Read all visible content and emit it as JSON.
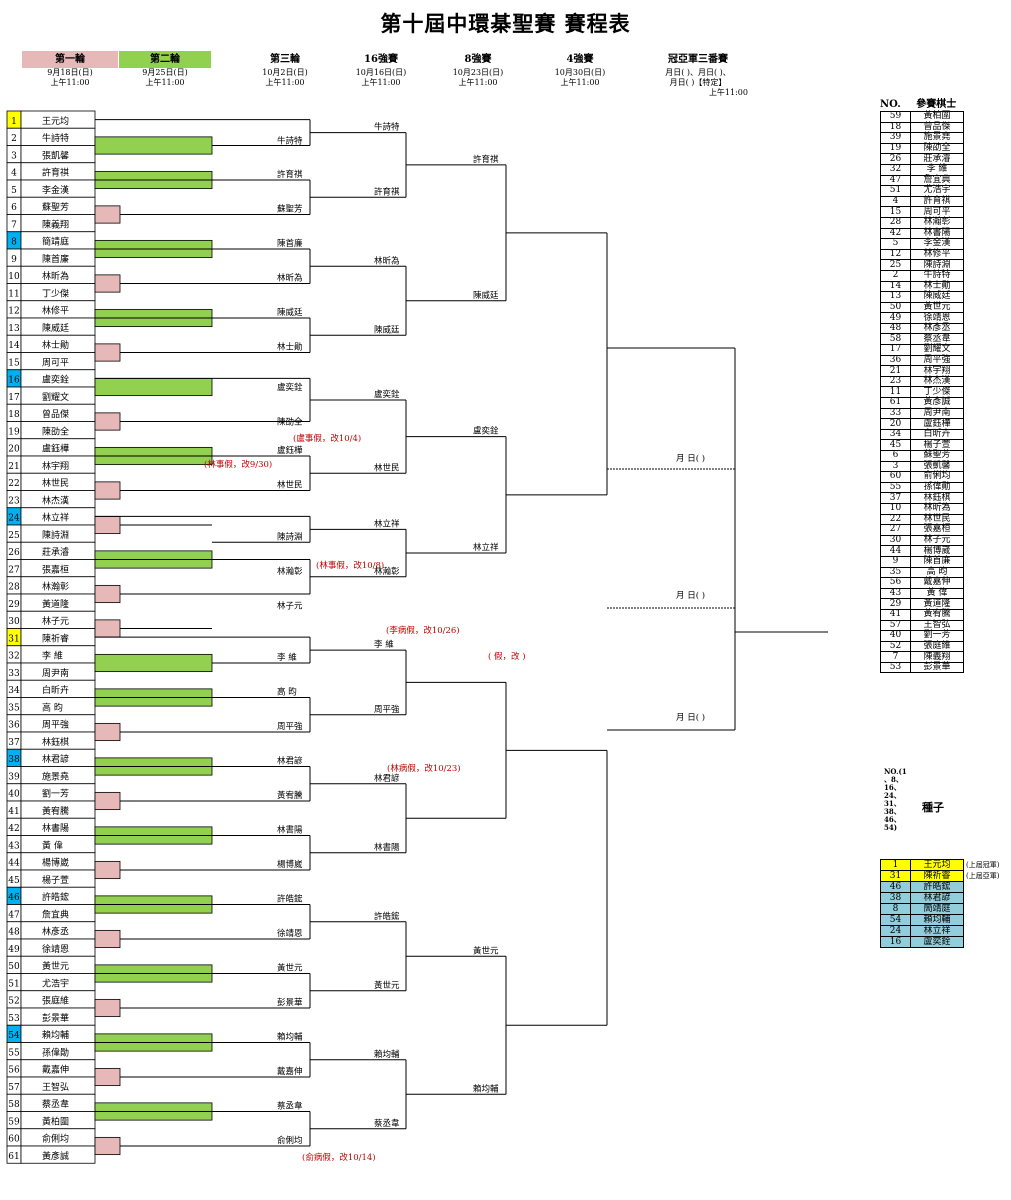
{
  "title": "第十屆中環棊聖賽  賽程表",
  "colors": {
    "round1": "#e6b8b8",
    "round2": "#92d050",
    "seed_top": "#ffff00",
    "seed_blue": "#00b0f0",
    "seed_table": "#92cddc",
    "note": "#c00000"
  },
  "rounds": [
    {
      "name": "第一輪",
      "date": "9月18日(日)",
      "time": "上午11:00"
    },
    {
      "name": "第二輪",
      "date": "9月25日(日)",
      "time": "上午11:00"
    },
    {
      "name": "第三輪",
      "date": "10月2日(日)",
      "time": "上午11:00"
    },
    {
      "name": "16強賽",
      "date": "10月16日(日)",
      "time": "上午11:00"
    },
    {
      "name": "8強賽",
      "date": "10月23日(日)",
      "time": "上午11:00"
    },
    {
      "name": "4強賽",
      "date": "10月30日(日)",
      "time": "上午11:00"
    },
    {
      "name": "冠亞軍三番賽",
      "date": "月日( )、月日( )、",
      "time": "月日( )【特定】",
      "time2": "上午11:00"
    }
  ],
  "entrants": [
    {
      "no": "1",
      "name": "王元均"
    },
    {
      "no": "2",
      "name": "牛詩特"
    },
    {
      "no": "3",
      "name": "張凱馨"
    },
    {
      "no": "4",
      "name": "許育祺"
    },
    {
      "no": "5",
      "name": "李金漢"
    },
    {
      "no": "6",
      "name": "蘇聖芳"
    },
    {
      "no": "7",
      "name": "陳義翔"
    },
    {
      "no": "8",
      "name": "簡靖庭"
    },
    {
      "no": "9",
      "name": "陳首廉"
    },
    {
      "no": "10",
      "name": "林昕為"
    },
    {
      "no": "11",
      "name": "丁少傑"
    },
    {
      "no": "12",
      "name": "林修平"
    },
    {
      "no": "13",
      "name": "陳威廷"
    },
    {
      "no": "14",
      "name": "林士勛"
    },
    {
      "no": "15",
      "name": "周可平"
    },
    {
      "no": "16",
      "name": "盧奕銓"
    },
    {
      "no": "17",
      "name": "劉耀文"
    },
    {
      "no": "18",
      "name": "曾品傑"
    },
    {
      "no": "19",
      "name": "陳劭全"
    },
    {
      "no": "20",
      "name": "盧鈺樺"
    },
    {
      "no": "21",
      "name": "林宇翔"
    },
    {
      "no": "22",
      "name": "林世民"
    },
    {
      "no": "23",
      "name": "林杰漢"
    },
    {
      "no": "24",
      "name": "林立祥"
    },
    {
      "no": "25",
      "name": "陳詩淵"
    },
    {
      "no": "26",
      "name": "莊承濬"
    },
    {
      "no": "27",
      "name": "張嘉桓"
    },
    {
      "no": "28",
      "name": "林瀚彰"
    },
    {
      "no": "29",
      "name": "黃道隆"
    },
    {
      "no": "30",
      "name": "林子元"
    },
    {
      "no": "31",
      "name": "陳祈睿"
    },
    {
      "no": "32",
      "name": "李    維"
    },
    {
      "no": "33",
      "name": "周尹南"
    },
    {
      "no": "34",
      "name": "白昕卉"
    },
    {
      "no": "35",
      "name": "高    昀"
    },
    {
      "no": "36",
      "name": "周平強"
    },
    {
      "no": "37",
      "name": "林鈺棋"
    },
    {
      "no": "38",
      "name": "林君諺"
    },
    {
      "no": "39",
      "name": "施景堯"
    },
    {
      "no": "40",
      "name": "劉一芳"
    },
    {
      "no": "41",
      "name": "黃宥騰"
    },
    {
      "no": "42",
      "name": "林書陽"
    },
    {
      "no": "43",
      "name": "黃    偉"
    },
    {
      "no": "44",
      "name": "楊博崴"
    },
    {
      "no": "45",
      "name": "楊子萱"
    },
    {
      "no": "46",
      "name": "許皓鋐"
    },
    {
      "no": "47",
      "name": "詹宜典"
    },
    {
      "no": "48",
      "name": "林彥丞"
    },
    {
      "no": "49",
      "name": "徐靖恩"
    },
    {
      "no": "50",
      "name": "黃世元"
    },
    {
      "no": "51",
      "name": "尤浩宇"
    },
    {
      "no": "52",
      "name": "張庭維"
    },
    {
      "no": "53",
      "name": "彭景華"
    },
    {
      "no": "54",
      "name": "賴均輔"
    },
    {
      "no": "55",
      "name": "孫偉勛"
    },
    {
      "no": "56",
      "name": "戴嘉伸"
    },
    {
      "no": "57",
      "name": "王智弘"
    },
    {
      "no": "58",
      "name": "蔡丞韋"
    },
    {
      "no": "59",
      "name": "黃柏圍"
    },
    {
      "no": "60",
      "name": "俞俐均"
    },
    {
      "no": "61",
      "name": "黃彥誠"
    }
  ],
  "round3_results": [
    "牛詩特",
    "許育祺",
    "蘇聖芳",
    "陳首廉",
    "林昕為",
    "陳威廷",
    "林士勛",
    "盧奕銓",
    "陳劭全",
    "盧鈺樺",
    "林世民",
    "陳詩淵",
    "林瀚彰",
    "林子元",
    "李    維",
    "高    昀",
    "周平強",
    "林君諺",
    "黃宥騰",
    "林書陽",
    "楊博崴",
    "許皓鋐",
    "徐靖恩",
    "黃世元",
    "彭景華",
    "賴均輔",
    "戴嘉伸",
    "蔡丞韋",
    "俞俐均"
  ],
  "r16_results": [
    "牛詩特",
    "許育祺",
    "林昕為",
    "陳威廷",
    "盧奕銓",
    "林世民",
    "林立祥",
    "林瀚彰",
    "李    維",
    "周平強",
    "林君諺",
    "林書陽",
    "許皓鋐",
    "黃世元",
    "賴均輔",
    "蔡丞韋"
  ],
  "r8_results": [
    "許育祺",
    "陳威廷",
    "盧奕銓",
    "林立祥",
    "黃世元",
    "賴均輔"
  ],
  "notes": [
    "(盧事假，改10/4)",
    "(林事假，改9/30)",
    "(林事假，改10/8)",
    "(李病假，改10/26)",
    "(    假，改    )",
    "(林病假，改10/23)",
    "(俞病假，改10/14)"
  ],
  "final_dates": [
    "月    日(    )",
    "月    日(    )",
    "月    日(    )"
  ],
  "registry": {
    "header_no": "NO.",
    "header_name": "參賽棋士",
    "rows": [
      [
        "59",
        "黃柏圍"
      ],
      [
        "18",
        "曾品傑"
      ],
      [
        "39",
        "施景堯"
      ],
      [
        "19",
        "陳劭全"
      ],
      [
        "26",
        "莊承濬"
      ],
      [
        "32",
        "李    維"
      ],
      [
        "47",
        "詹宜典"
      ],
      [
        "51",
        "尤浩宇"
      ],
      [
        "4",
        "許育祺"
      ],
      [
        "15",
        "周可平"
      ],
      [
        "28",
        "林瀚彰"
      ],
      [
        "42",
        "林書陽"
      ],
      [
        "5",
        "李金漢"
      ],
      [
        "12",
        "林修平"
      ],
      [
        "25",
        "陳詩淵"
      ],
      [
        "2",
        "牛詩特"
      ],
      [
        "14",
        "林士勛"
      ],
      [
        "13",
        "陳威廷"
      ],
      [
        "50",
        "黃世元"
      ],
      [
        "49",
        "徐靖恩"
      ],
      [
        "48",
        "林彥丞"
      ],
      [
        "58",
        "蔡丞韋"
      ],
      [
        "17",
        "劉耀文"
      ],
      [
        "36",
        "周平強"
      ],
      [
        "21",
        "林宇翔"
      ],
      [
        "23",
        "林杰漢"
      ],
      [
        "11",
        "丁少傑"
      ],
      [
        "61",
        "黃彥誠"
      ],
      [
        "33",
        "周尹南"
      ],
      [
        "20",
        "盧鈺樺"
      ],
      [
        "34",
        "白昕卉"
      ],
      [
        "45",
        "楊子萱"
      ],
      [
        "6",
        "蘇聖芳"
      ],
      [
        "3",
        "張凱馨"
      ],
      [
        "60",
        "俞俐均"
      ],
      [
        "55",
        "孫偉勛"
      ],
      [
        "37",
        "林鈺棋"
      ],
      [
        "10",
        "林昕為"
      ],
      [
        "22",
        "林世民"
      ],
      [
        "27",
        "張嘉桓"
      ],
      [
        "30",
        "林子元"
      ],
      [
        "44",
        "楊博崴"
      ],
      [
        "9",
        "陳首廉"
      ],
      [
        "35",
        "高    昀"
      ],
      [
        "56",
        "戴嘉伸"
      ],
      [
        "43",
        "黃    偉"
      ],
      [
        "29",
        "黃道隆"
      ],
      [
        "41",
        "黃宥騰"
      ],
      [
        "57",
        "王智弘"
      ],
      [
        "40",
        "劉一芳"
      ],
      [
        "52",
        "張庭維"
      ],
      [
        "7",
        "陳義翔"
      ],
      [
        "53",
        "彭景華"
      ]
    ]
  },
  "seed_section": {
    "label_lines": [
      "NO.(1",
      "、8、",
      "16、",
      "24、",
      "31、",
      "38、",
      "46、",
      "54)"
    ],
    "title": "種子",
    "rows": [
      {
        "no": "1",
        "name": "王元均",
        "note": "(上屆冠軍)"
      },
      {
        "no": "31",
        "name": "陳祈睿",
        "note": "(上屆亞軍)"
      },
      {
        "no": "46",
        "name": "許皓鋐",
        "note": ""
      },
      {
        "no": "38",
        "name": "林君諺",
        "note": ""
      },
      {
        "no": "8",
        "name": "簡靖庭",
        "note": ""
      },
      {
        "no": "54",
        "name": "賴均輔",
        "note": ""
      },
      {
        "no": "24",
        "name": "林立祥",
        "note": ""
      },
      {
        "no": "16",
        "name": "盧奕銓",
        "note": ""
      }
    ]
  }
}
